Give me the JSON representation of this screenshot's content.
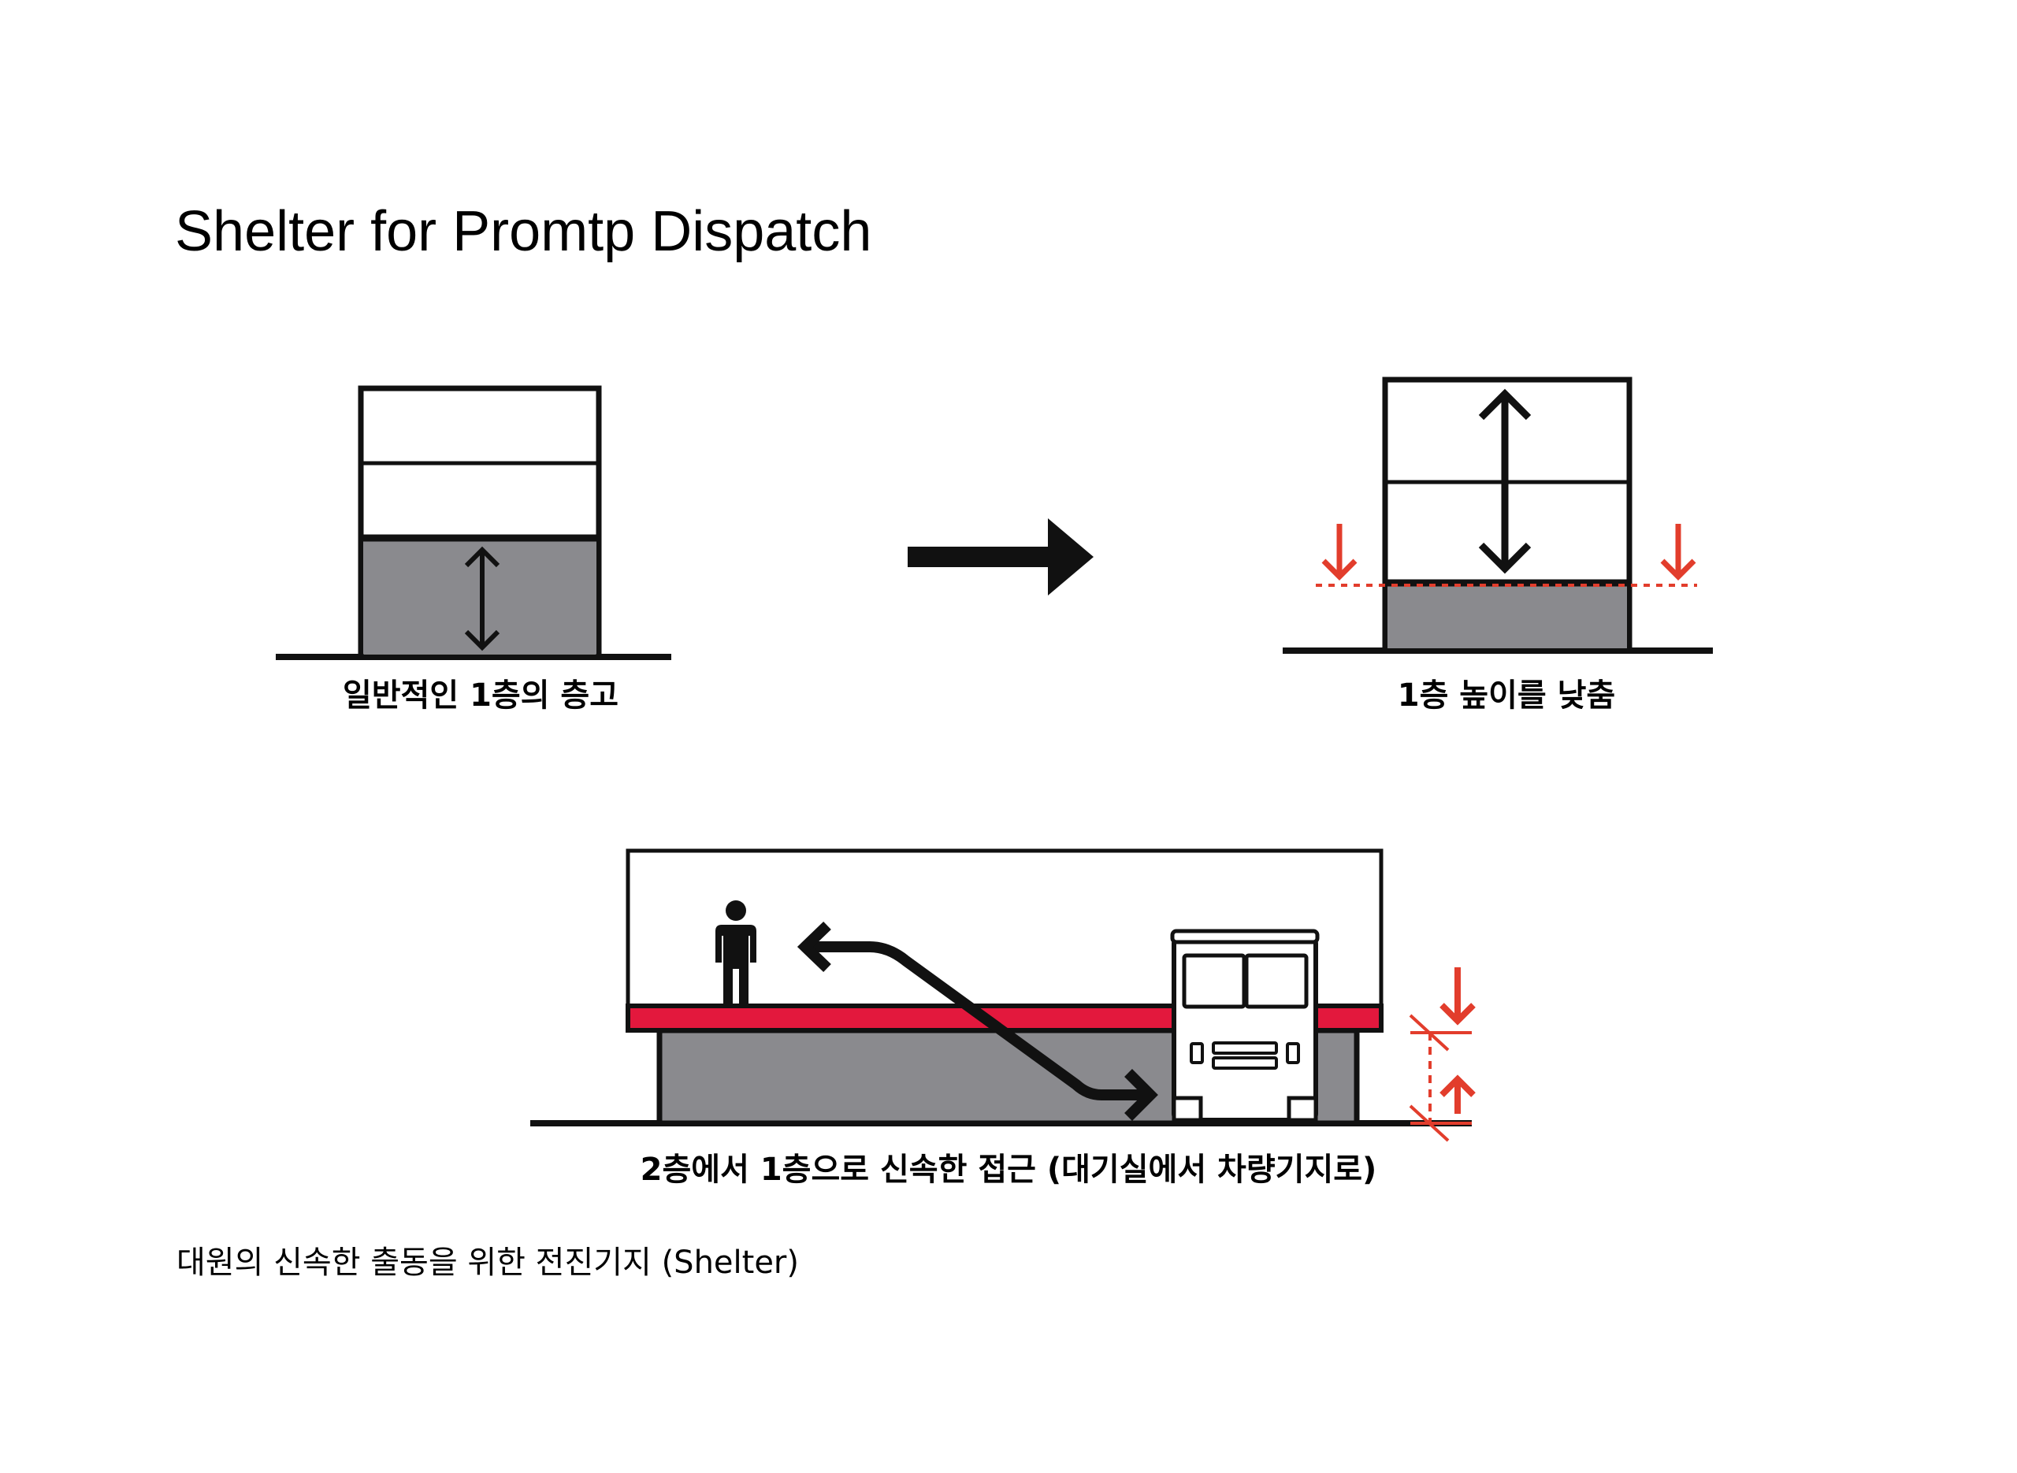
{
  "page": {
    "title": "Shelter for Promtp Dispatch",
    "footer": "대원의 신속한 출동을 위한 전진기지 (Shelter)"
  },
  "panels": {
    "typical": {
      "caption": "일반적인 1층의 층고"
    },
    "lowered": {
      "caption": "1층 높이를 낮춤"
    },
    "access": {
      "caption": "2층에서 1층으로 신속한 접근 (대기실에서 차량기지로)"
    }
  },
  "colors": {
    "ink": "#111111",
    "gray_fill": "#8a8a8e",
    "red_accent": "#e23d2c",
    "floor_red": "#e3183d",
    "white": "#ffffff"
  }
}
